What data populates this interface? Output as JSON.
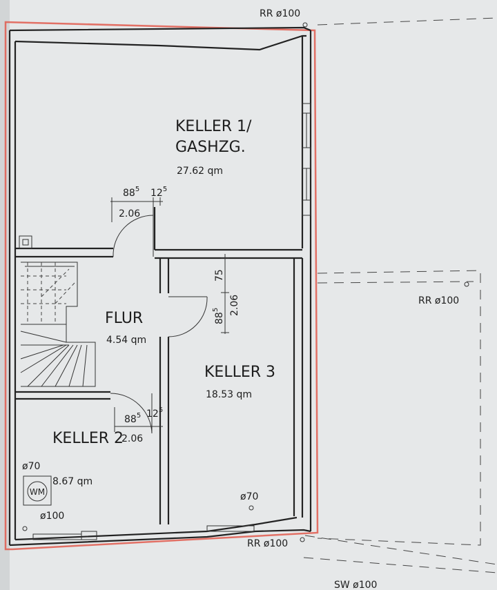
{
  "colors": {
    "paper": "#e6e8e9",
    "lines": "#222222",
    "property_line": "#e05a4e"
  },
  "rooms": {
    "keller1": {
      "name_line1": "KELLER 1/",
      "name_line2": "GASHZG.",
      "area": "27.62 qm"
    },
    "flur": {
      "name": "FLUR",
      "area": "4.54 qm"
    },
    "keller3": {
      "name": "KELLER 3",
      "area": "18.53 qm"
    },
    "keller2": {
      "name": "KELLER 2",
      "area": "8.67 qm"
    }
  },
  "dimensions": {
    "door_top": {
      "width": "88",
      "width_sup": "5",
      "jamb": "12",
      "jamb_sup": "5",
      "height": "2.06"
    },
    "door_mid": {
      "top": "75",
      "width": "88",
      "width_sup": "5",
      "height": "2.06"
    },
    "door_bottom": {
      "width": "88",
      "width_sup": "5",
      "jamb": "12",
      "jamb_sup": "5",
      "height": "2.06"
    }
  },
  "pipes": {
    "rr_top": "RR ø100",
    "rr_right": "RR ø100",
    "rr_bottom": "RR ø100",
    "sw_bottom": "SW ø100",
    "k2_70": "ø70",
    "k2_100": "ø100",
    "k3_70": "ø70"
  },
  "symbols": {
    "washing_machine": "WM"
  }
}
